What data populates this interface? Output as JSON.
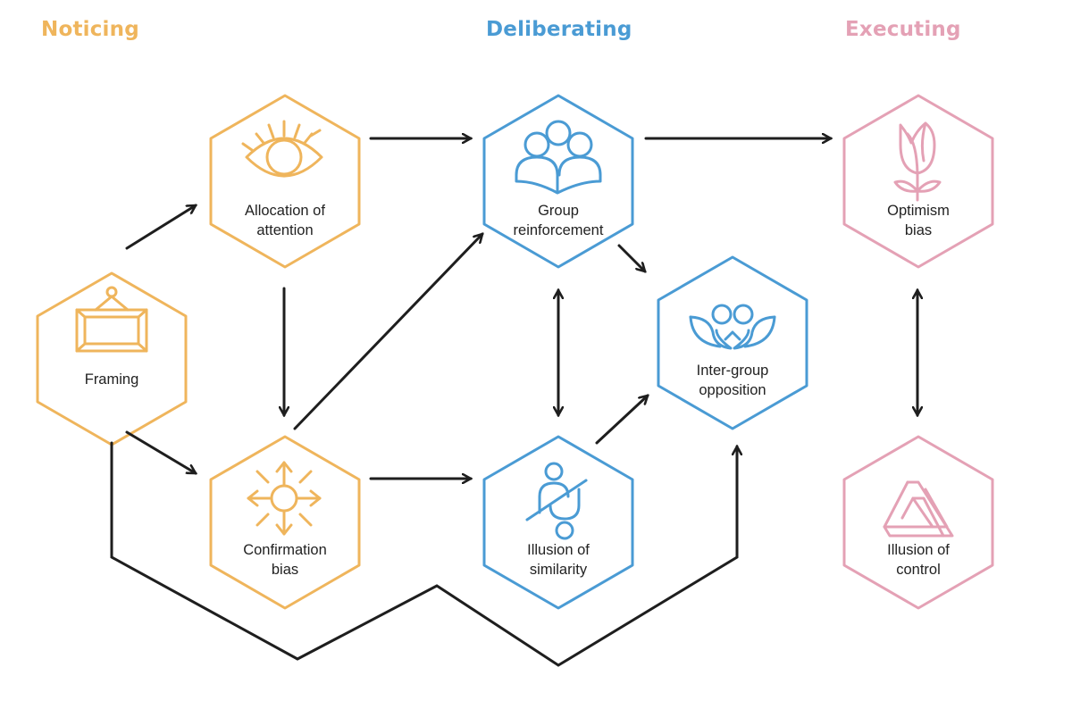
{
  "colors": {
    "noticing": "#EFB55C",
    "deliberating": "#4A9BD4",
    "executing": "#E4A1B5",
    "arrow": "#1E1E1E"
  },
  "phases": {
    "noticing": "Noticing",
    "deliberating": "Deliberating",
    "executing": "Executing"
  },
  "nodes": {
    "framing": {
      "lines": [
        "Framing"
      ],
      "icon": "picture-frame-icon"
    },
    "allocation": {
      "lines": [
        "Allocation of",
        "attention"
      ],
      "icon": "eye-icon"
    },
    "confirmation": {
      "lines": [
        "Confirmation",
        "bias"
      ],
      "icon": "focus-burst-icon"
    },
    "group": {
      "lines": [
        "Group",
        "reinforcement"
      ],
      "icon": "group-people-icon"
    },
    "similarity": {
      "lines": [
        "Illusion of",
        "similarity"
      ],
      "icon": "similar-figures-icon"
    },
    "intergroup": {
      "lines": [
        "Inter-group",
        "opposition"
      ],
      "icon": "opposing-groups-icon"
    },
    "optimism": {
      "lines": [
        "Optimism",
        "bias"
      ],
      "icon": "rose-icon"
    },
    "control": {
      "lines": [
        "Illusion of",
        "control"
      ],
      "icon": "impossible-triangle-icon"
    }
  }
}
